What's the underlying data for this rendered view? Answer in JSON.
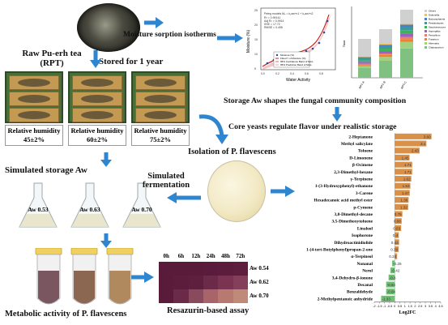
{
  "labels": {
    "raw_tea_line1": "Raw Pu-erh tea",
    "raw_tea_line2": "(RPT)",
    "stored": "Stored for 1 year",
    "moisture": "Moisture sorption isotherms",
    "storage_aw": "Storage Aw shapes the fungal community composition",
    "core_yeasts": "Core yeasts regulate flavor under realistic storage",
    "isolation": "Isolation of P. flavescens",
    "simulated_storage": "Simulated storage Aw",
    "simulated_fermentation_1": "Simulated",
    "simulated_fermentation_2": "fermentation",
    "metabolic": "Metabolic activity of P. flavescens",
    "resazurin": "Resazurin-based assay"
  },
  "humidity": [
    {
      "line1": "Relative humidity",
      "line2": "45±2%"
    },
    {
      "line1": "Relative humidity",
      "line2": "60±2%"
    },
    {
      "line1": "Relative humidity",
      "line2": "75±2%"
    }
  ],
  "flasks": [
    "Aw 0.53",
    "Aw 0.63",
    "Aw 0.70"
  ],
  "tubes": [
    {
      "color": "#7a5660"
    },
    {
      "color": "#8b6650"
    },
    {
      "color": "#b08a5e"
    }
  ],
  "resazurin": {
    "times": [
      "0h",
      "6h",
      "12h",
      "24h",
      "48h",
      "72h"
    ],
    "rows": [
      {
        "label": "Aw 0.54",
        "colors": [
          "#5a1a3a",
          "#5a1a3a",
          "#5a1a3a",
          "#5b1b3c",
          "#5c1c3c",
          "#5e1e3e"
        ]
      },
      {
        "label": "Aw 0.62",
        "colors": [
          "#5a1a3a",
          "#5c1c3c",
          "#5e1e3e",
          "#6a2a48",
          "#7a3452",
          "#84405a"
        ]
      },
      {
        "label": "Aw 0.70",
        "colors": [
          "#5a1a3a",
          "#6a2a48",
          "#8a4a5e",
          "#a86468",
          "#b87a70",
          "#c08a78"
        ]
      }
    ]
  },
  "isotherm": {
    "xlabel": "Water Activity",
    "ylabel": "Moisture (%)",
    "legend": [
      "Moisture (%)",
      "Fitted Y of Moisture (%)",
      "95% Confidence Band of Mois",
      "95% Prediction Band of Mois"
    ],
    "colors": {
      "points": "#1f4e9c",
      "fit": "#cc2222",
      "band": "#f2b5b5"
    }
  },
  "fungal_chart": {
    "ylabel": "Taxa",
    "categories": [
      "RPT-A",
      "RPT-B",
      "RPT-C"
    ],
    "legend": [
      "Others",
      "Didymella",
      "Botryosphaeria",
      "Pestalotiopsis",
      "Saccharomyces",
      "Aspergillus",
      "Penicillium",
      "Fusarium",
      "Alternaria",
      "Cladosporium"
    ],
    "colors": [
      "#d0d0d0",
      "#f0c060",
      "#4a7fc0",
      "#3a9a9a",
      "#40b060",
      "#a060c0",
      "#e08080",
      "#f08030",
      "#a0d080",
      "#80c080"
    ]
  },
  "chart_data": {
    "type": "bar",
    "orientation": "horizontal",
    "xlabel": "Log2FC",
    "categories": [
      "2-Heptanone",
      "Methyl salicylate",
      "Toluene",
      "D-Limonene",
      "β-Ocimene",
      "2,3-Dimethyl-hexane",
      "γ-Terpinene",
      "1-(3-Hydroxyphenyl)-ethanone",
      "3-Carene",
      "Hexadecanoic acid methyl ester",
      "p-Cymene",
      "3,8-Dimethyl-decane",
      "3,5-Dimethoxytoluene",
      "Linalool",
      "Isophorone",
      "Dihydroactinidiolide",
      "1-(4-tert-Butylphenyl)propan-2-one",
      "α-Terpineol",
      "Nonanal",
      "Nerol",
      "3,4-Dehydro-β-ionone",
      "Decanal",
      "Benzaldehyde",
      "2-Methylpentanoic anhydride"
    ],
    "values": [
      3.6,
      3.1,
      2.43,
      1.45,
      1.71,
      1.71,
      1.62,
      1.53,
      1.47,
      1.36,
      1.32,
      0.75,
      0.68,
      0.63,
      0.4,
      0.43,
      0.39,
      0.24,
      -0.25,
      -0.42,
      -0.6,
      -0.84,
      -0.84,
      -1.33
    ],
    "value_labels": [
      "3.60",
      "3.1",
      "2.43",
      "1.45",
      "1.71",
      "1.71",
      "1.62",
      "1.53",
      "1.47",
      "1.36",
      "1.32",
      "0.75",
      "0.68",
      "0.63",
      "0.4",
      "0.43",
      "0.39",
      "0.24",
      "-0.25",
      "-0.42",
      "-0.6",
      "-0.84",
      "-0.84",
      "-1.33"
    ],
    "xticks": [
      "-2",
      "-1.5",
      "-1",
      "-0.5",
      "0",
      "0.5",
      "1",
      "1.5",
      "2",
      "2.5",
      "3",
      "3.5",
      "4",
      "4.5"
    ],
    "xlim": [
      -2,
      4.5
    ],
    "colors": {
      "positive": "#d9914a",
      "negative": "#6fbf73"
    }
  }
}
